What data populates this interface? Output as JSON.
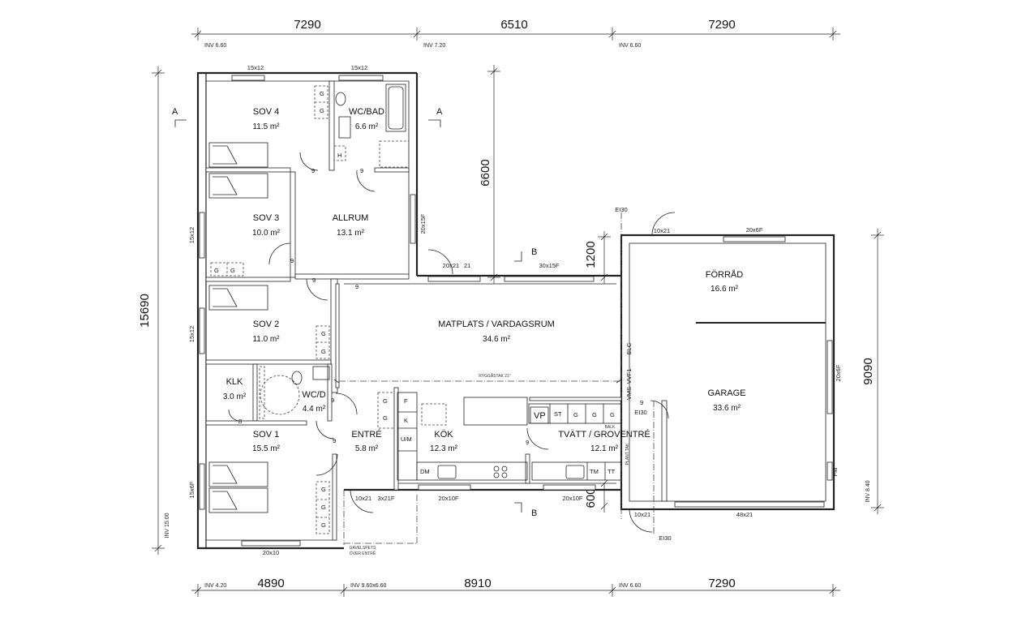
{
  "dimensions": {
    "top": [
      "7290",
      "6510",
      "7290"
    ],
    "bottom": [
      "4890",
      "8910",
      "7290"
    ],
    "left_total": "15690",
    "right_total": "9090",
    "mid_vertical_6600": "6600",
    "mid_vertical_1200": "1200",
    "mid_vertical_600": "600"
  },
  "inv_labels": {
    "top_1": "INV 6.60",
    "top_2": "INV 7.20",
    "top_3": "INV 6.60",
    "bottom_1": "INV 4.20",
    "bottom_2": "INV 9.60x6.60",
    "bottom_3": "INV 6.60",
    "left": "INV 15.00",
    "right": "INV 8.40"
  },
  "section_marks": {
    "a": "A",
    "b": "B"
  },
  "rooms": {
    "sov4": {
      "name": "SOV 4",
      "area": "11.5 m²"
    },
    "wcbad": {
      "name": "WC/BAD",
      "area": "6.6 m²"
    },
    "sov3": {
      "name": "SOV 3",
      "area": "10.0 m²"
    },
    "allrum": {
      "name": "ALLRUM",
      "area": "13.1 m²"
    },
    "sov2": {
      "name": "SOV 2",
      "area": "11.0 m²"
    },
    "klk": {
      "name": "KLK",
      "area": "3.0 m²"
    },
    "wcd": {
      "name": "WC/D",
      "area": "4.4 m²"
    },
    "sov1": {
      "name": "SOV 1",
      "area": "15.5 m²"
    },
    "entre": {
      "name": "ENTRÉ",
      "area": "5.8 m²"
    },
    "kok": {
      "name": "KÖK",
      "area": "12.3 m²"
    },
    "matplats": {
      "name": "MATPLATS / VARDAGSRUM",
      "area": "34.6 m²"
    },
    "tvatt": {
      "name": "TVÄTT / GROVENTRÉ",
      "area": "12.1 m²"
    },
    "forrad": {
      "name": "FÖRRÅD",
      "area": "16.6 m²"
    },
    "garage": {
      "name": "GARAGE",
      "area": "33.6 m²"
    }
  },
  "windows": {
    "w1": "15x12",
    "w2": "15x12",
    "w3": "15x12",
    "w4": "15x12",
    "w5": "20x15F",
    "w6": "20x21",
    "w6b": "21",
    "w7": "30x15F",
    "w8": "10x21",
    "w9": "20x6F",
    "w10": "20x6F",
    "w11": "15x6F",
    "w12": "20x10",
    "w13": "10x21",
    "w13b": "3x21F",
    "w14": "20x10F",
    "w15": "20x10F",
    "w16": "10x21",
    "w17": "48x21"
  },
  "fire": {
    "ei1": "EI30",
    "ei2": "EI30",
    "ei3": "EI30"
  },
  "fixtures": {
    "g": "G",
    "h": "H",
    "f": "F",
    "k": "K",
    "um": "U/M",
    "dm": "DM",
    "vp": "VP",
    "st": "ST",
    "tm": "TM",
    "tt": "TT",
    "elc": "ELC",
    "vvf1": "VVF1",
    "vms": "VMS",
    "fm": "FM",
    "num8": "8",
    "num9": "9"
  },
  "notes": {
    "ryggas": "RYGGÅSTAK 21°",
    "gavel1": "GAVELSPETS",
    "gavel2": "ÖVER ENTRÉ",
    "balk": "BALK",
    "plant": "PLANT TAK"
  }
}
